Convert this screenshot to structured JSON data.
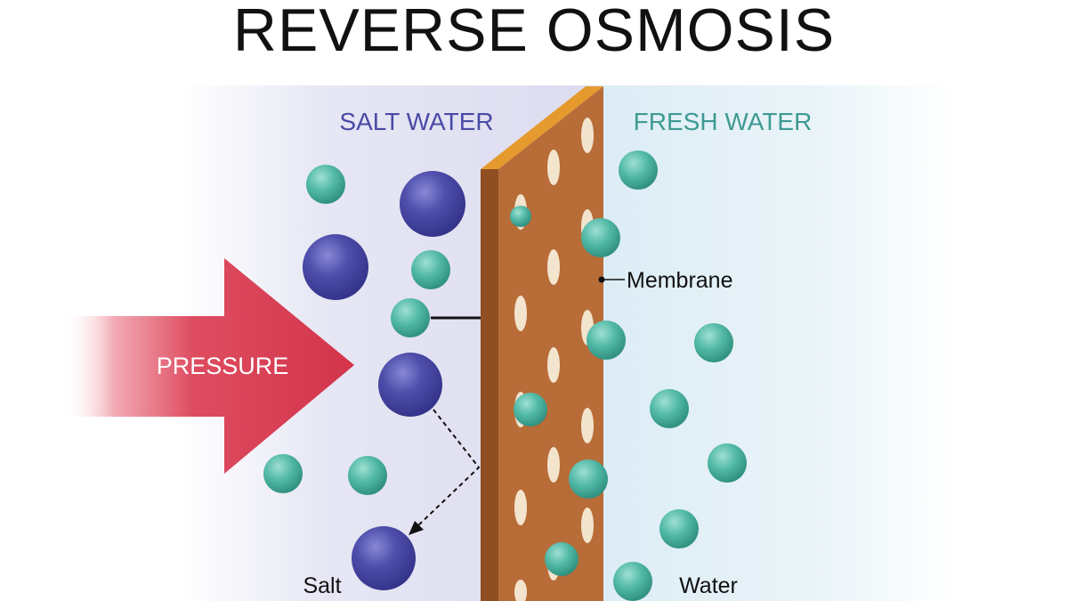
{
  "title": "REVERSE OSMOSIS",
  "regions": {
    "salt_water": "SALT WATER",
    "fresh_water": "FRESH WATER"
  },
  "labels": {
    "pressure": "PRESSURE",
    "membrane": "Membrane",
    "salt": "Salt",
    "water": "Water"
  },
  "colors": {
    "salt_water_tint": "#e4e4f4",
    "fresh_water_tint": "#e0eff6",
    "salt_label": "#4a4aa6",
    "fresh_label": "#3e9a92",
    "pressure_arrow": "#d8374d",
    "membrane_face": "#b86c38",
    "membrane_top": "#e69a2e",
    "salt_particle": "#4c4ca8",
    "water_particle": "#4fb8a6"
  },
  "legend_icons": [
    "salt-particle",
    "water-particle"
  ]
}
